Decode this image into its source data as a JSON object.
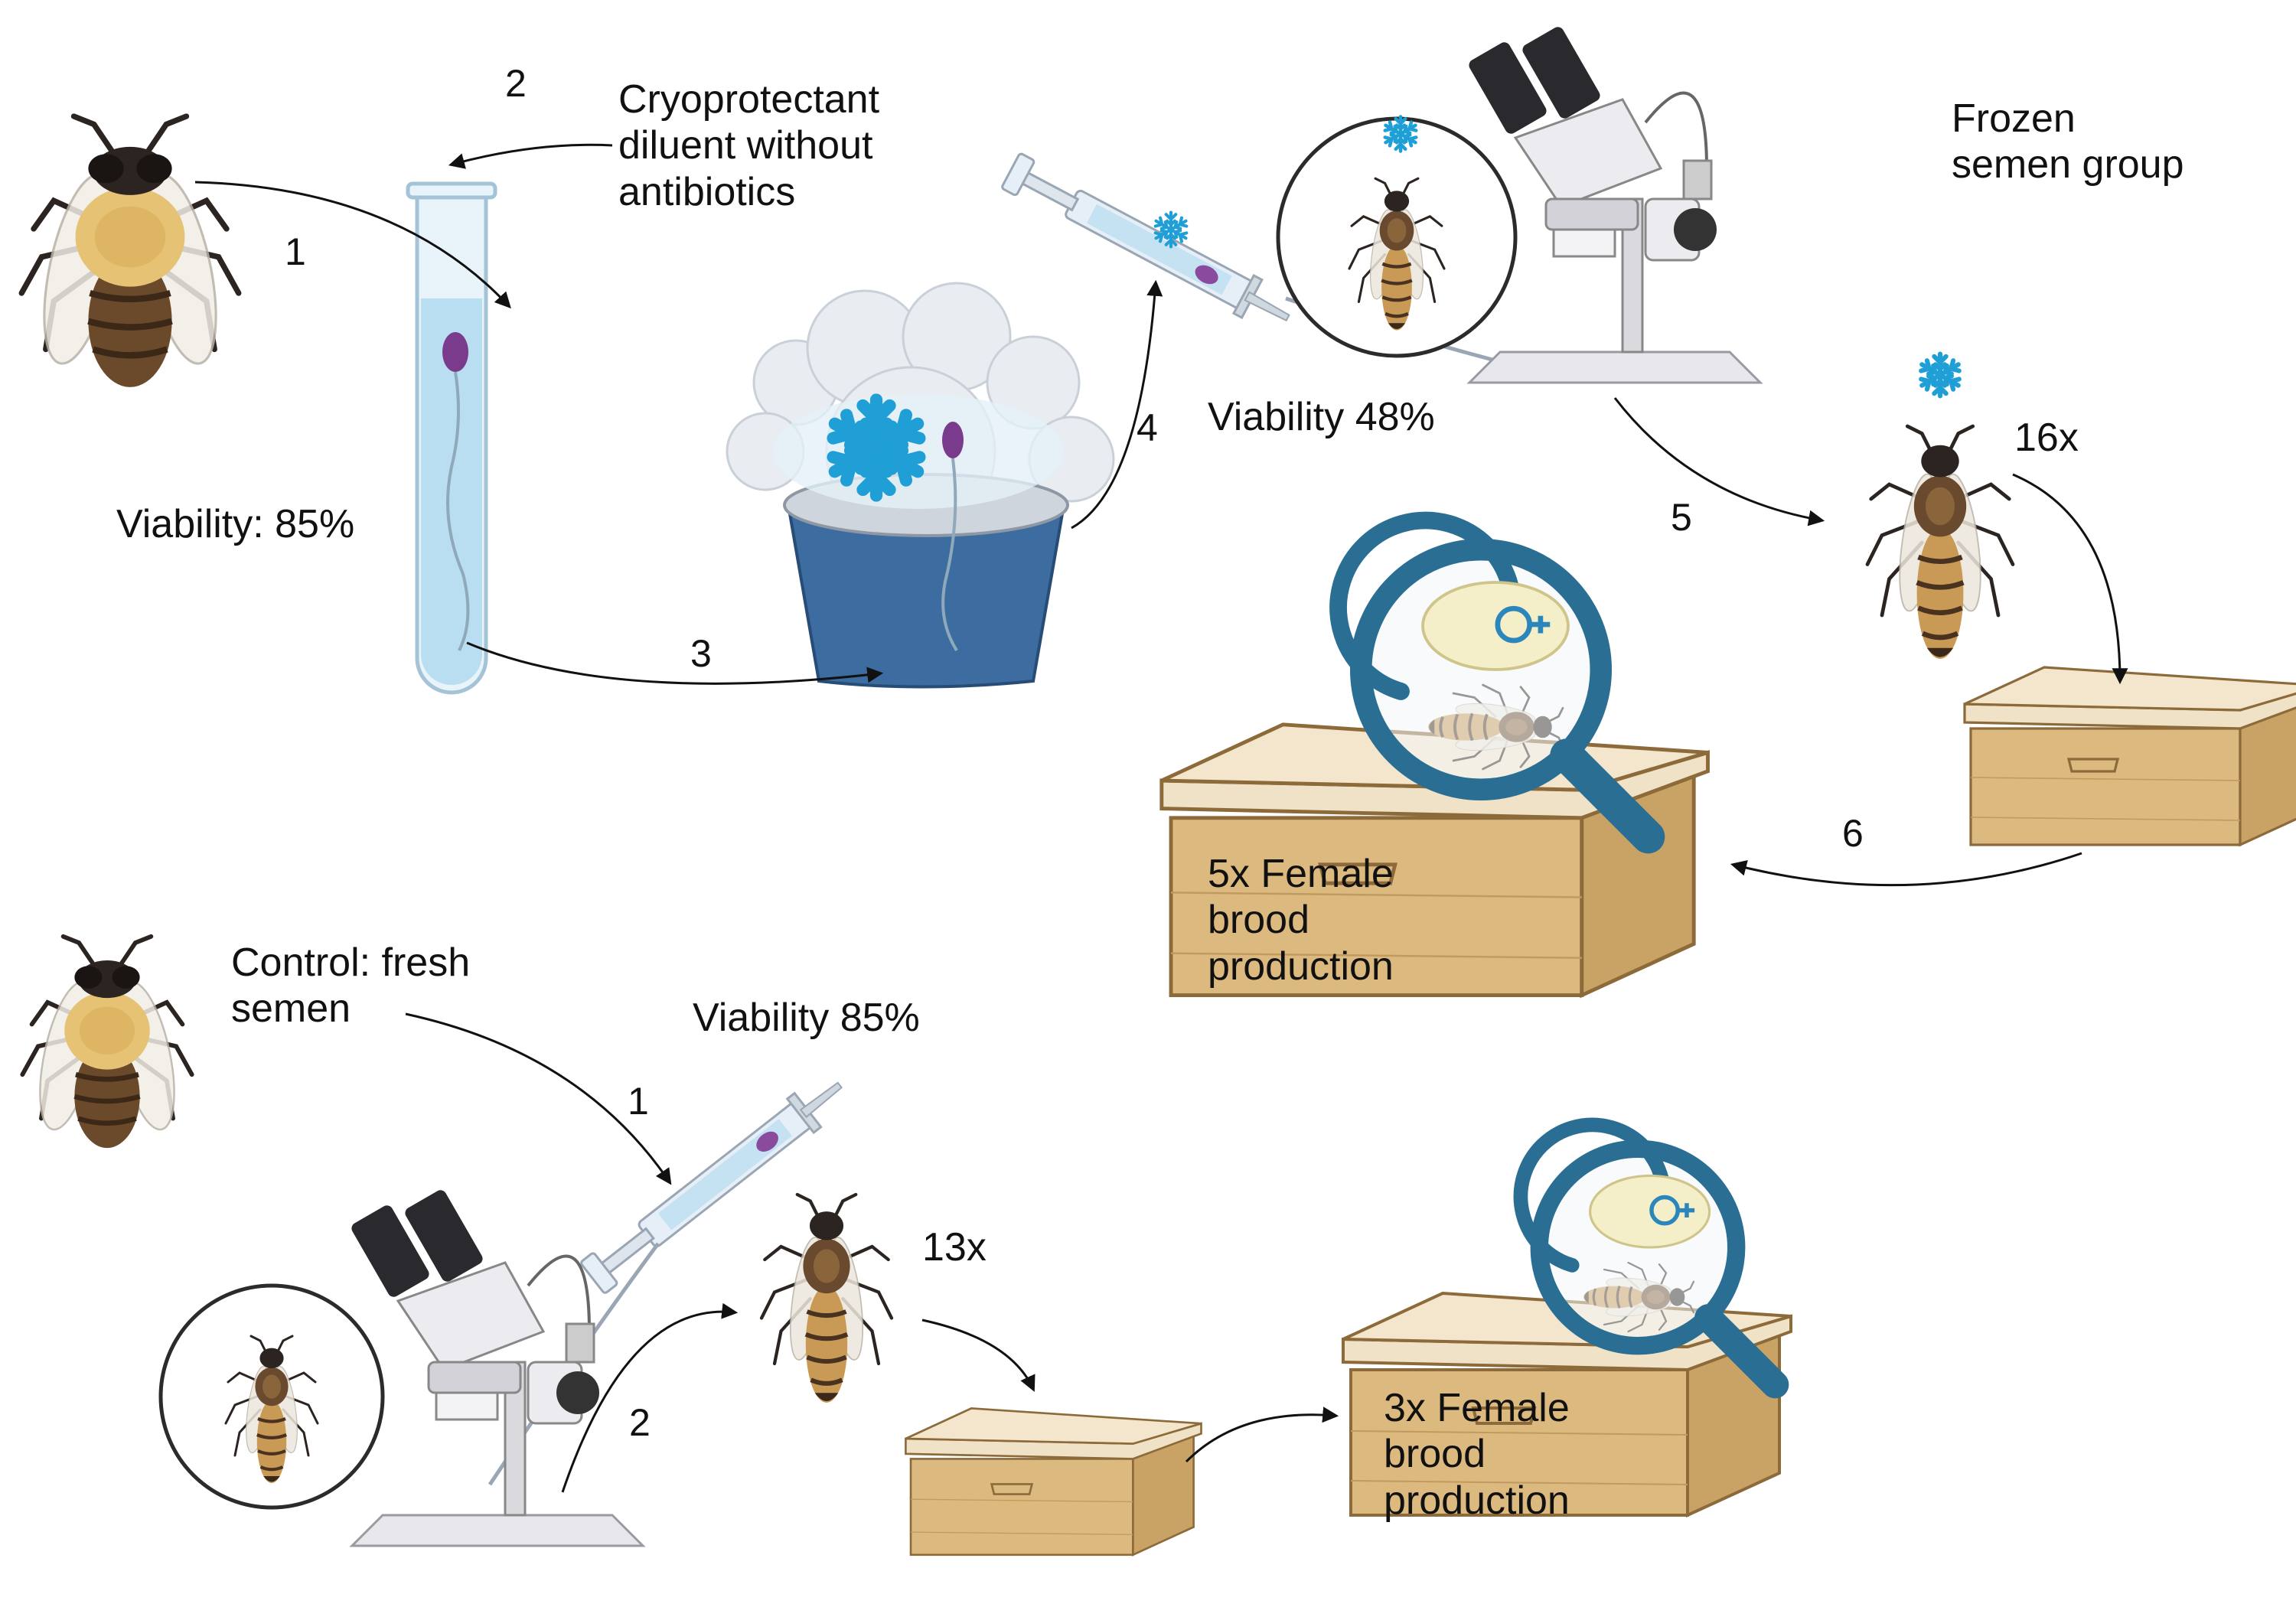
{
  "frozen_group": {
    "title": "Frozen\nsemen group",
    "diluent_label": "Cryoprotectant\ndiluent without\nantibiotics",
    "viability_initial": "Viability: 85%",
    "viability_thawed": "Viability 48%",
    "queens_inseminated": "16x",
    "brood_result": "5x Female\nbrood\nproduction",
    "steps": [
      "1",
      "2",
      "3",
      "4",
      "5",
      "6"
    ]
  },
  "control_group": {
    "title": "Control: fresh\nsemen",
    "viability": "Viability 85%",
    "queens_inseminated": "13x",
    "brood_result": "3x Female\nbrood\nproduction",
    "steps": [
      "1",
      "2"
    ]
  },
  "icons": {
    "drone": "drone-bee-icon",
    "queen": "queen-bee-icon",
    "test_tube": "test-tube-icon",
    "sperm": "sperm-cell-icon",
    "liquid_nitrogen": "liquid-nitrogen-container-icon",
    "snowflake": "snowflake-icon",
    "syringe": "syringe-icon",
    "microscope": "stereo-microscope-icon",
    "hive": "hive-box-icon",
    "magnifier": "magnifying-glass-icon",
    "larva": "larva-icon",
    "female_symbol": "female-symbol-icon"
  },
  "colors": {
    "snowflake": "#1f9fd6",
    "magnifier": "#2a6f93",
    "nitrogen_bucket": "#3c6ca0",
    "hive_wood": "#d7b47c",
    "sperm_head": "#7a3b8c"
  }
}
